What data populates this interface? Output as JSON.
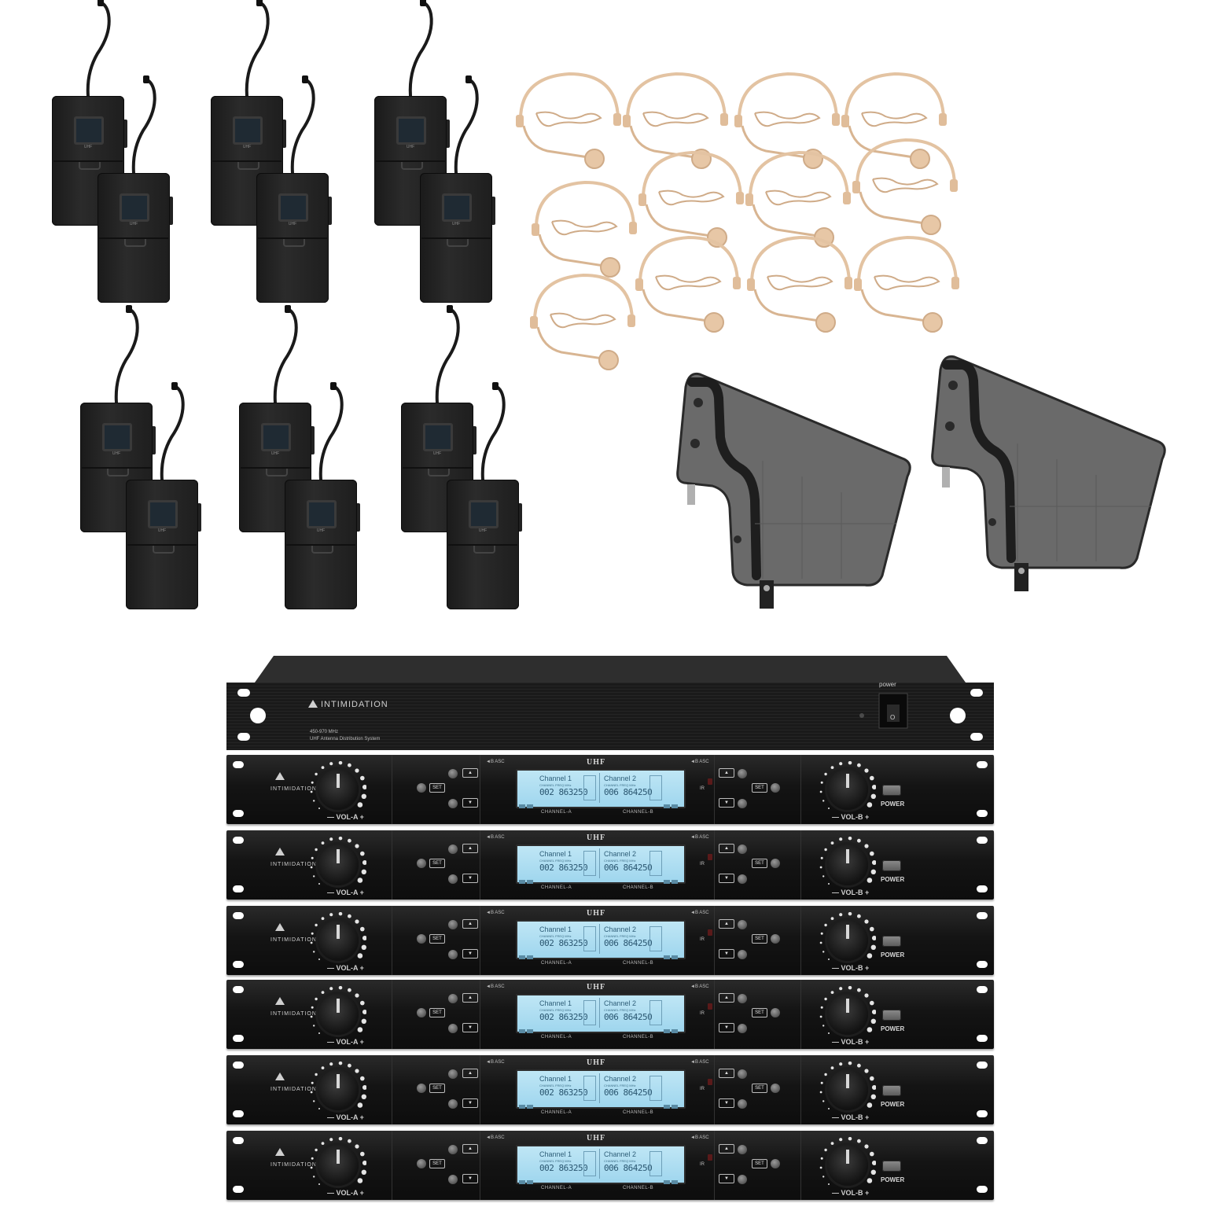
{
  "colors": {
    "background": "#ffffff",
    "device_black": "#141414",
    "lcd_blue": "#a8dcf1",
    "skin_mic": "#e5c6a7",
    "antenna_gray": "#6f6f6f"
  },
  "distribution_unit": {
    "brand": "INTIMIDATION",
    "freq_range": "450-970 MHz",
    "subtitle": "UHF Antenna Distribution System",
    "power_label": "power",
    "power_switch_mark": "O"
  },
  "receiver": {
    "brand": "INTIMIDATION",
    "band": "UHF",
    "asc_left": "◄B ASC",
    "asc_right": "◄B ASC",
    "channel1": "Channel 1",
    "channel2": "Channel 2",
    "sub1": "CHANNEL   FREQ MHz",
    "sub2": "CHANNEL   FREQ MHz",
    "freq1": "002 863250",
    "freq2": "006 864250",
    "label_a": "CHANNEL-A",
    "label_b": "CHANNEL-B",
    "vol_a": "— VOL-A +",
    "vol_b": "— VOL-B +",
    "power": "POWER",
    "ir": "IR",
    "set": "SET",
    "up": "▲",
    "down": "▼"
  },
  "bodypack": {
    "label": "UHF"
  }
}
